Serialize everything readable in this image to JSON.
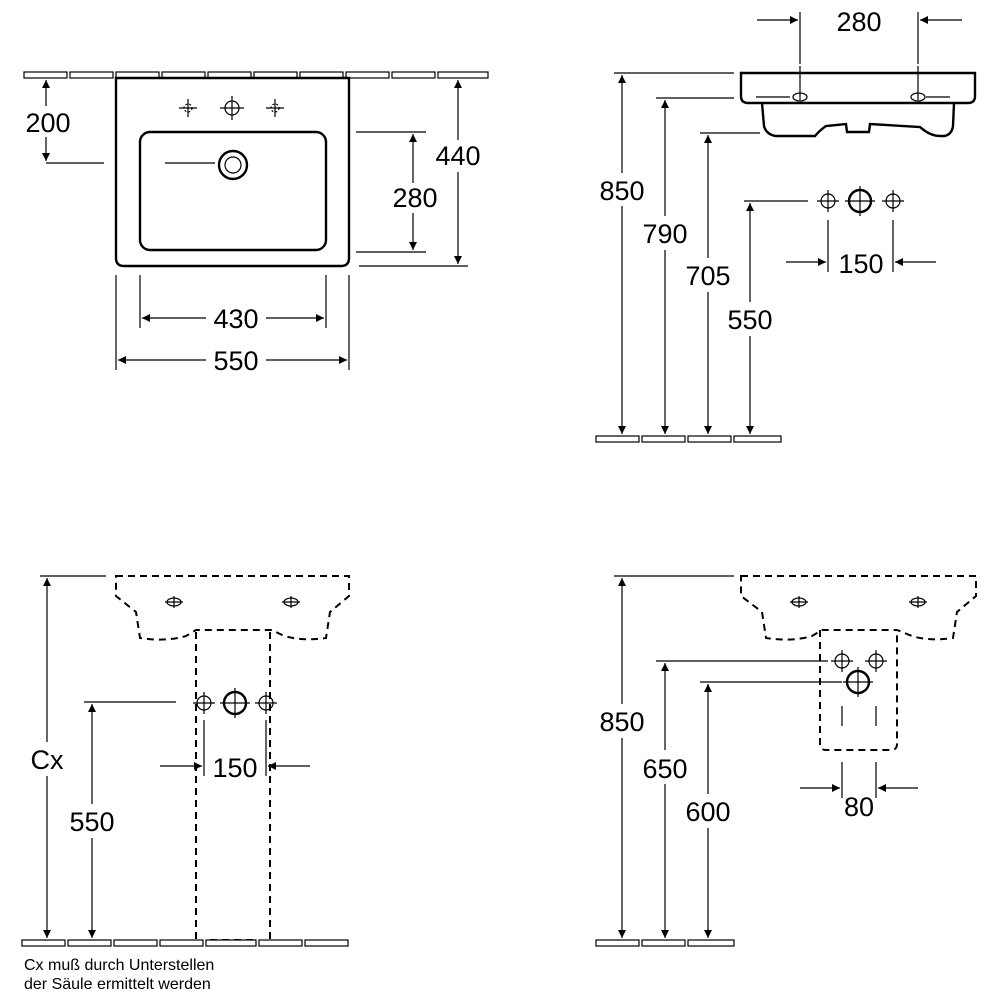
{
  "top_view": {
    "dim_width_outer": "550",
    "dim_width_inner": "430",
    "dim_depth": "440",
    "dim_bowl_depth": "280",
    "dim_tap_offset": "200"
  },
  "side_view": {
    "dim_width_top": "280",
    "dim_height_rim": "850",
    "dim_height_under": "790",
    "dim_height_trap": "705",
    "dim_height_supply": "550",
    "dim_supply_spacing": "150"
  },
  "pedestal_view": {
    "dim_cx": "Cx",
    "dim_height_supply": "550",
    "dim_supply_spacing": "150",
    "note_line1": "Cx muß durch Unterstellen",
    "note_line2": "der Säule ermittelt werden"
  },
  "semi_pedestal_view": {
    "dim_height_rim": "850",
    "dim_height_supply": "650",
    "dim_height_trap": "600",
    "dim_supply_spacing": "80"
  }
}
